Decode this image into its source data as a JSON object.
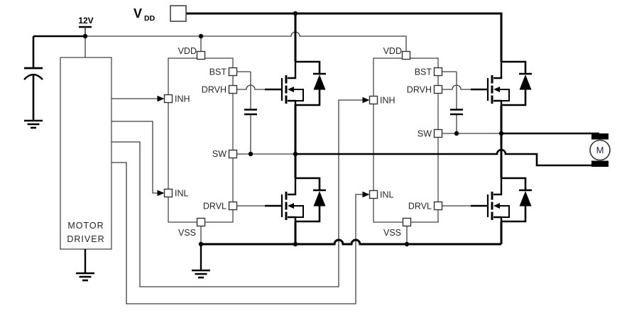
{
  "labels": {
    "supply_12v": "12V",
    "vdd_main": "V",
    "vdd_subscript": "DD"
  },
  "motor_driver_block": {
    "line1": "MOTOR",
    "line2": "DRIVER"
  },
  "gate_driver_left": {
    "vdd": "VDD",
    "bst": "BST",
    "drvh": "DRVH",
    "sw": "SW",
    "drvl": "DRVL",
    "vss": "VSS",
    "inh": "INH",
    "inl": "INL"
  },
  "gate_driver_right": {
    "vdd": "VDD",
    "bst": "BST",
    "drvh": "DRVH",
    "sw": "SW",
    "drvl": "DRVL",
    "vss": "VSS",
    "inh": "INH",
    "inl": "INL"
  },
  "motor": {
    "label": "M"
  },
  "colors": {
    "background": "#ffffff",
    "power_wire": "#000000",
    "signal_wire": "#3e3e3e",
    "text": "#1f1f1f"
  }
}
